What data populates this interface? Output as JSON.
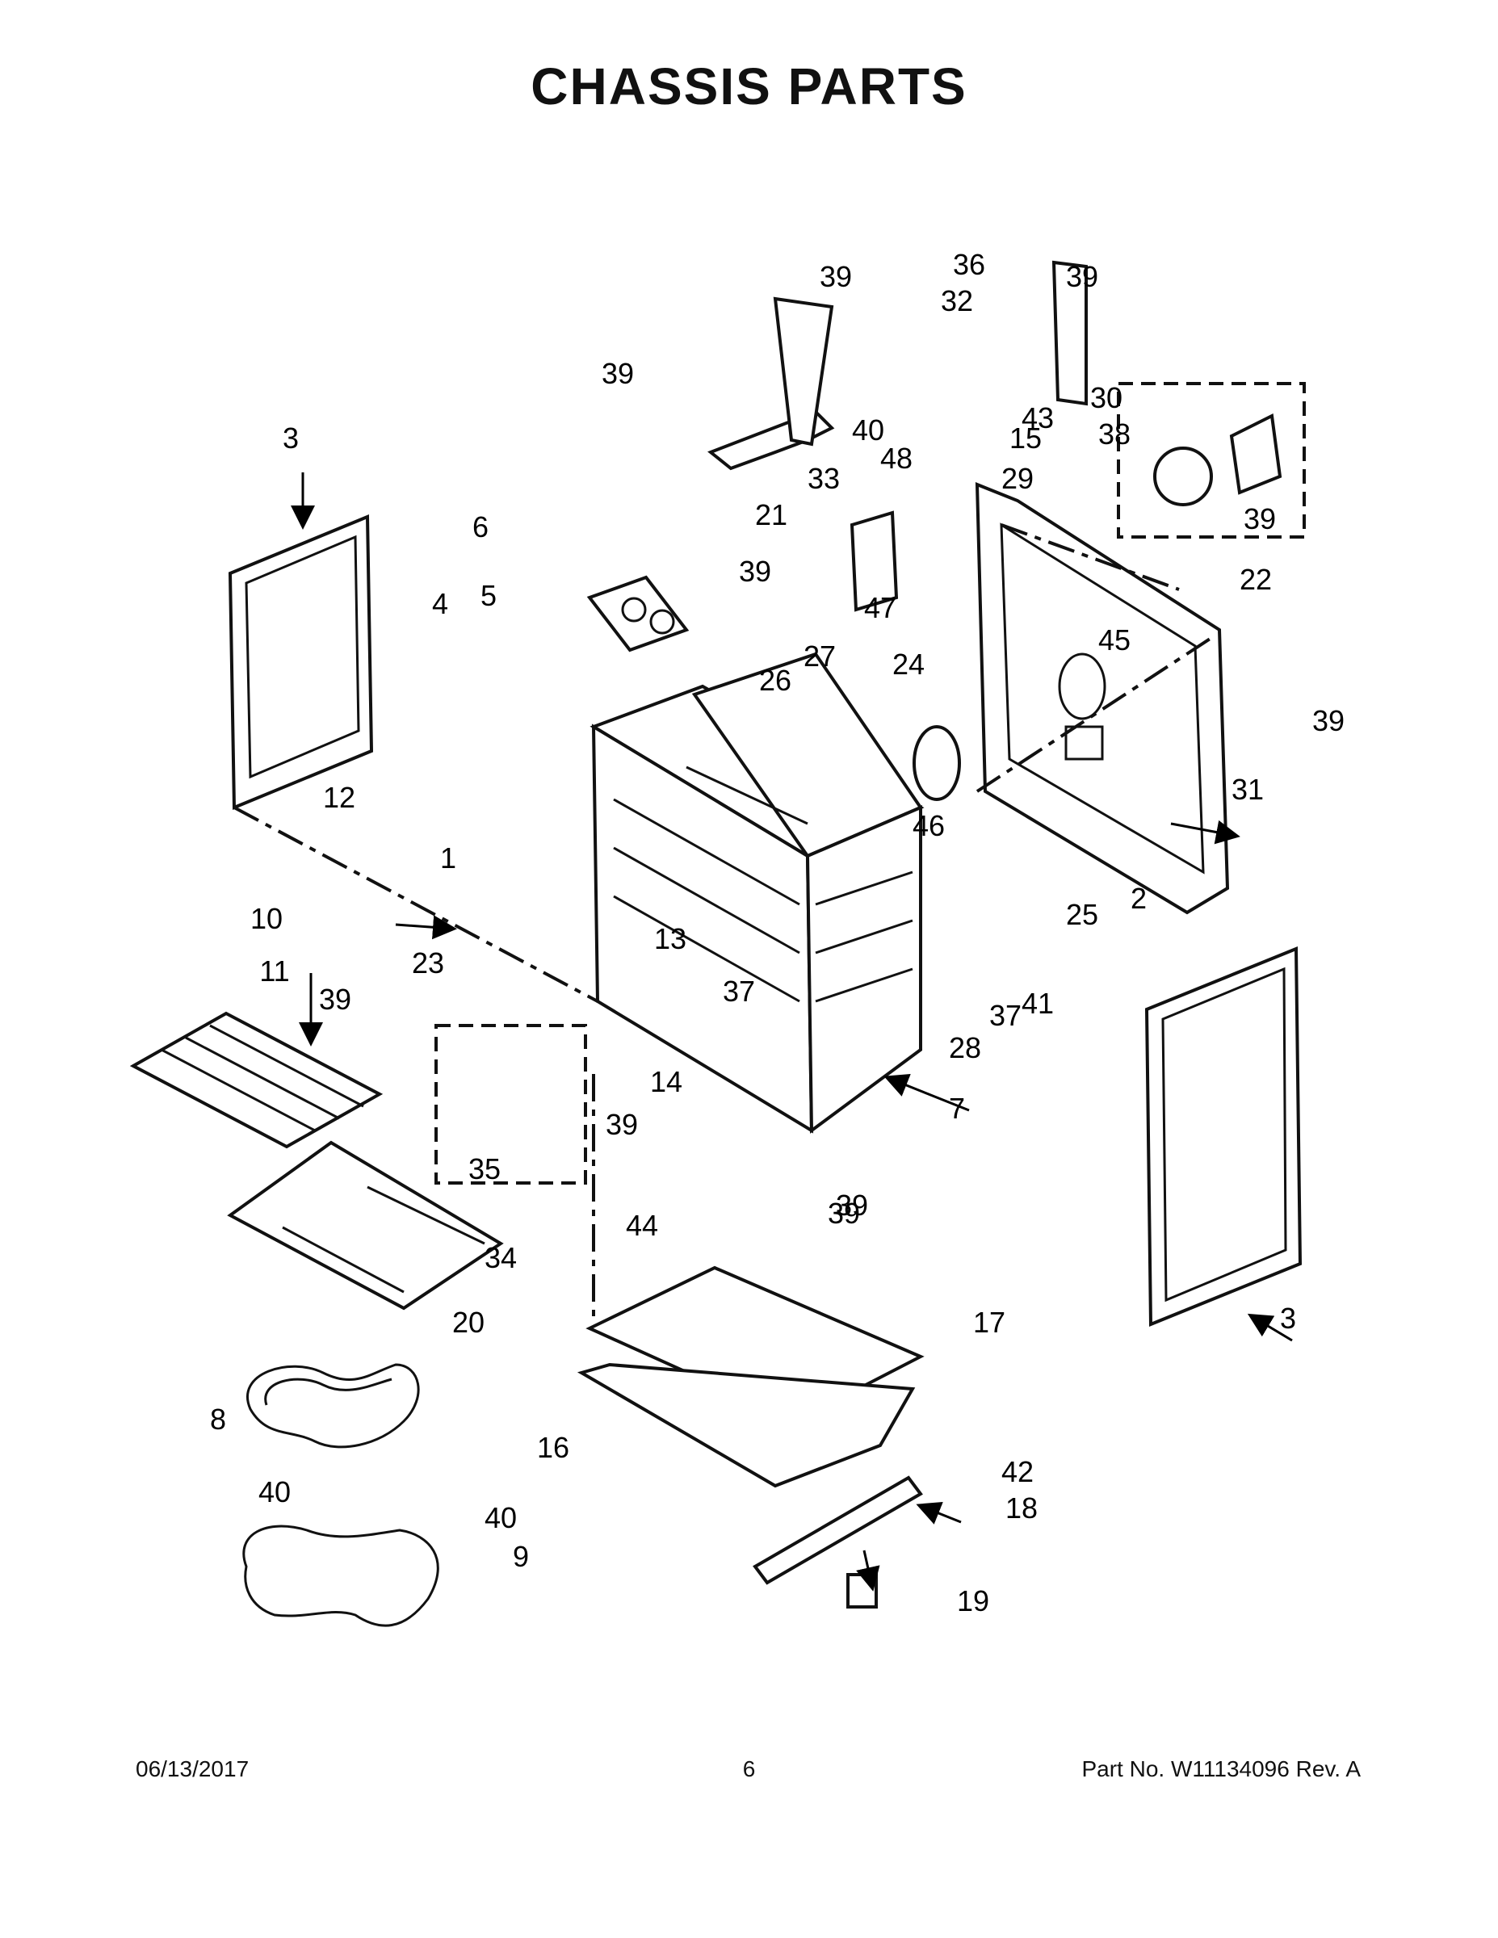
{
  "title": "CHASSIS PARTS",
  "footer": {
    "date": "06/13/2017",
    "page": "6",
    "part_no": "Part No.  W11134096  Rev.  A"
  },
  "callouts": [
    "1",
    "2",
    "3",
    "3",
    "4",
    "5",
    "6",
    "7",
    "8",
    "9",
    "10",
    "11",
    "12",
    "13",
    "14",
    "15",
    "16",
    "17",
    "18",
    "19",
    "20",
    "21",
    "22",
    "23",
    "24",
    "25",
    "26",
    "27",
    "28",
    "29",
    "30",
    "31",
    "32",
    "33",
    "34",
    "35",
    "36",
    "37",
    "37",
    "38",
    "39",
    "39",
    "39",
    "39",
    "39",
    "39",
    "39",
    "39",
    "39",
    "39",
    "40",
    "40",
    "40",
    "41",
    "42",
    "43",
    "44",
    "45",
    "46",
    "47",
    "48"
  ]
}
